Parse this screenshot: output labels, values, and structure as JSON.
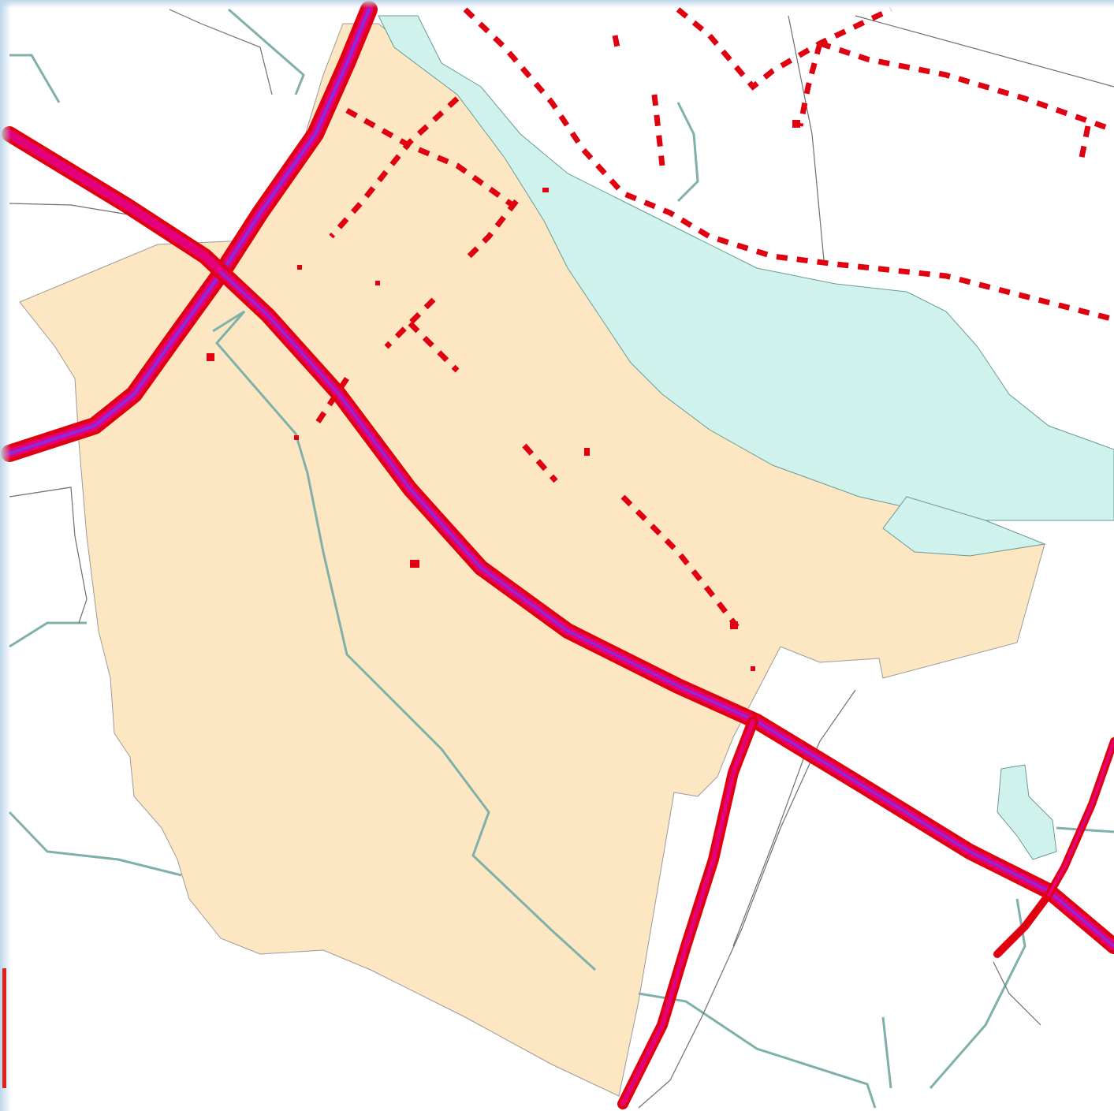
{
  "map": {
    "title": "",
    "legend_visible": false,
    "layers": [
      {
        "name": "district-area",
        "kind": "polygon",
        "fill": "#fde7c3",
        "stroke": "#9a9a9a"
      },
      {
        "name": "river",
        "kind": "polygon",
        "fill": "#cff3ec",
        "stroke": "#6b9a95"
      },
      {
        "name": "canals",
        "kind": "line",
        "stroke": "#7fb0aa"
      },
      {
        "name": "boundary-lines",
        "kind": "line",
        "stroke": "#6f6f6f"
      },
      {
        "name": "heat-high-corridor",
        "kind": "raster-line",
        "color": "#e3007a",
        "core": "#8a2be2"
      },
      {
        "name": "heat-points",
        "kind": "raster-points",
        "color": "#e00010"
      }
    ]
  },
  "colors": {
    "background": "#ffffff",
    "land": "#fde7c3",
    "water": "#cff3ec",
    "hot": "#e3007a",
    "warm": "#e00010",
    "core": "#8a2be2",
    "scale_mark": "#e0201a"
  }
}
